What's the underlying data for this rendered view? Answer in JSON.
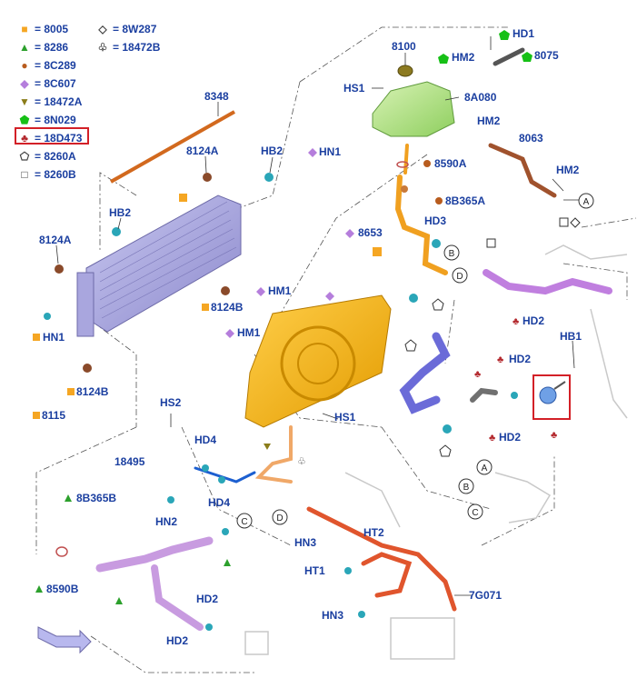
{
  "legend": [
    {
      "symbol": "■",
      "color": "#f5a623",
      "code": "= 8005"
    },
    {
      "symbol": "▲",
      "color": "#2ca02c",
      "code": "= 8286"
    },
    {
      "symbol": "●",
      "color": "#b85c1e",
      "code": "= 8C289"
    },
    {
      "symbol": "◆",
      "color": "#b57edc",
      "code": "= 8C607"
    },
    {
      "symbol": "▼",
      "color": "#8b7d1a",
      "code": "= 18472A"
    },
    {
      "symbol": "⬟",
      "color": "#16c016",
      "code": "= 8N029"
    },
    {
      "symbol": "♣",
      "color": "#b3282d",
      "code": "= 18D473"
    },
    {
      "symbol": "⬠",
      "color": "#444444",
      "code": "= 8260A"
    },
    {
      "symbol": "□",
      "color": "#444444",
      "code": "= 8260B"
    }
  ],
  "legend2": [
    {
      "symbol": "◇",
      "color": "#444444",
      "code": "= 8W287"
    },
    {
      "symbol": "♧",
      "color": "#444444",
      "code": "= 18472B"
    }
  ],
  "labels": {
    "l8348": "8348",
    "l8124a_top": "8124A",
    "hb2_top": "HB2",
    "hb2_left": "HB2",
    "l8124a_left": "8124A",
    "hn1_left": "HN1",
    "l8115": "8115",
    "l8124b_l": "8124B",
    "l8124b_c": "8124B",
    "hm1_a": "HM1",
    "hm1_b": "HM1",
    "l8653": "8653",
    "hs1_top": "HS1",
    "l8100": "8100",
    "l8a080": "8A080",
    "hn1_mid": "HN1",
    "l8590a": "8590A",
    "l8b365a": "8B365A",
    "hd3": "HD3",
    "hd1": "HD1",
    "hm2_top": "HM2",
    "l8075": "8075",
    "hm2_mid": "HM2",
    "l8063": "8063",
    "hm2_low": "HM2",
    "hd2_r": "HD2",
    "hb1": "HB1",
    "hd2_c1": "HD2",
    "hd2_c2": "HD2",
    "hs1_low": "HS1",
    "hs2": "HS2",
    "l18495": "18495",
    "hd4_a": "HD4",
    "hd4_b": "HD4",
    "hn2": "HN2",
    "l8b365b": "8B365B",
    "l8590b": "8590B",
    "hd2_b1": "HD2",
    "hd2_b2": "HD2",
    "hn3_a": "HN3",
    "ht2": "HT2",
    "ht1": "HT1",
    "hn3_b": "HN3",
    "l7g071": "7G071"
  },
  "connectors": {
    "A": "A",
    "B": "B",
    "C": "C",
    "D": "D"
  }
}
